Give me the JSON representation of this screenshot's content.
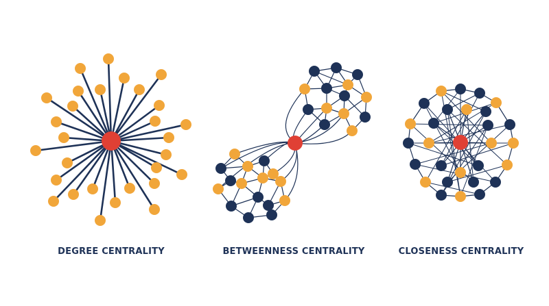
{
  "colors": {
    "navy": "#1e3257",
    "orange": "#f1a63a",
    "red": "#e04034",
    "background": "#ffffff"
  },
  "diagrams": [
    {
      "id": "degree",
      "caption": "DEGREE CENTRALITY",
      "outer_nodes": 29,
      "central_node": "red"
    },
    {
      "id": "betweenness",
      "caption": "BETWEENNESS CENTRALITY",
      "clusters": 2,
      "central_node": "red"
    },
    {
      "id": "closeness",
      "caption": "CLOSENESS CENTRALITY",
      "outer_nodes": 28,
      "central_node": "red"
    }
  ]
}
